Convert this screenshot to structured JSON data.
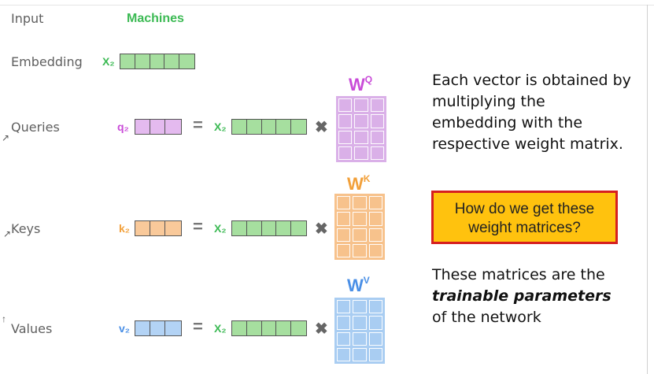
{
  "labels": {
    "input": "Input",
    "embedding": "Embedding",
    "queries": "Queries",
    "keys": "Keys",
    "values": "Values"
  },
  "input_word": "Machines",
  "symbols": {
    "x2": "X₂",
    "q2": "q₂",
    "k2": "k₂",
    "v2": "v₂",
    "equals": "=",
    "times": "✖",
    "wq": "W",
    "wq_sup": "Q",
    "wk": "W",
    "wk_sup": "K",
    "wv": "W",
    "wv_sup": "V"
  },
  "explanation": "Each vector is obtained by multiplying the embedding with the respective weight matrix.",
  "question": "How do we get these weight matrices?",
  "answer": {
    "pre": "These matrices are the",
    "emphasis": "trainable parameters",
    "post": "of the network"
  },
  "colors": {
    "green": "#3cba54",
    "green_fill": "#a6df9f",
    "purple": "#c94bd8",
    "purple_fill": "#e4baef",
    "orange": "#f2a03a",
    "orange_fill": "#f9c99a",
    "blue": "#4a8fe6",
    "blue_fill": "#b3d3f5",
    "question_bg": "#ffc20e",
    "question_border": "#d61f1f"
  }
}
